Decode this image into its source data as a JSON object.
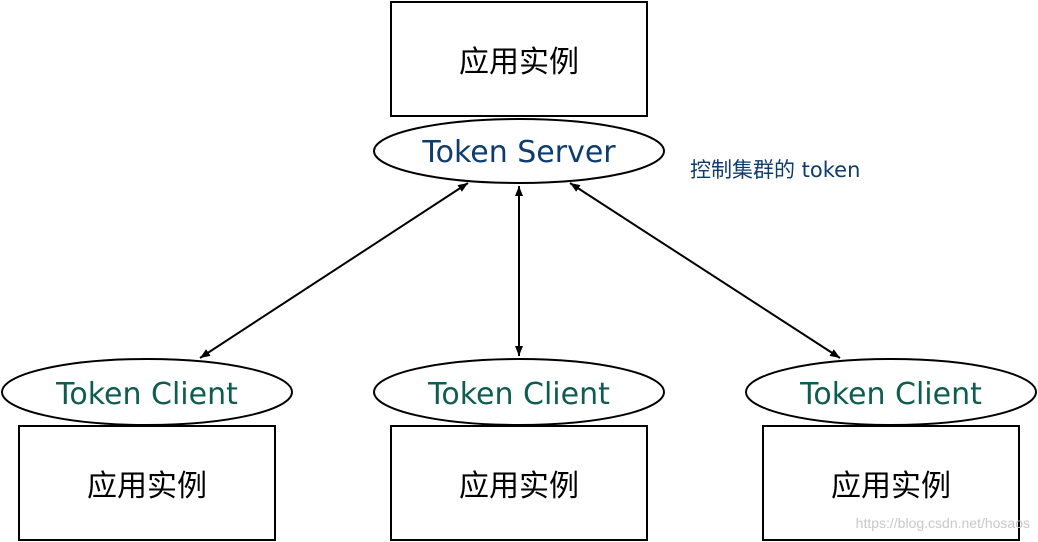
{
  "server": {
    "app_label": "应用实例",
    "token_label": "Token Server",
    "annotation": "控制集群的 token"
  },
  "clients": [
    {
      "token_label": "Token Client",
      "app_label": "应用实例"
    },
    {
      "token_label": "Token Client",
      "app_label": "应用实例"
    },
    {
      "token_label": "Token Client",
      "app_label": "应用实例"
    }
  ],
  "watermark": "https://blog.csdn.net/hosaos",
  "colors": {
    "server_text": "#0e3c6e",
    "client_text": "#0f5c50",
    "line": "#000000"
  }
}
